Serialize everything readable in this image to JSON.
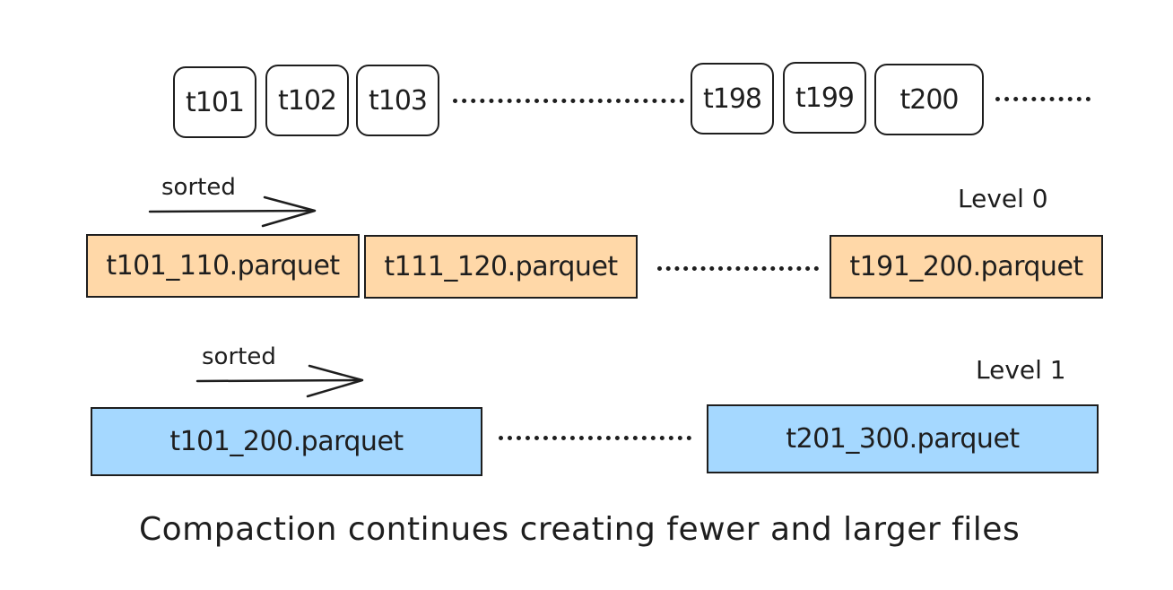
{
  "timesteps": [
    "t101",
    "t102",
    "t103",
    "t198",
    "t199",
    "t200"
  ],
  "level0": {
    "label": "Level 0",
    "sorted_label": "sorted",
    "files": [
      "t101_110.parquet",
      "t111_120.parquet",
      "t191_200.parquet"
    ],
    "color": "#ffd8a8"
  },
  "level1": {
    "label": "Level 1",
    "sorted_label": "sorted",
    "files": [
      "t101_200.parquet",
      "t201_300.parquet"
    ],
    "color": "#a5d8ff"
  },
  "caption": "Compaction continues creating fewer and larger files"
}
